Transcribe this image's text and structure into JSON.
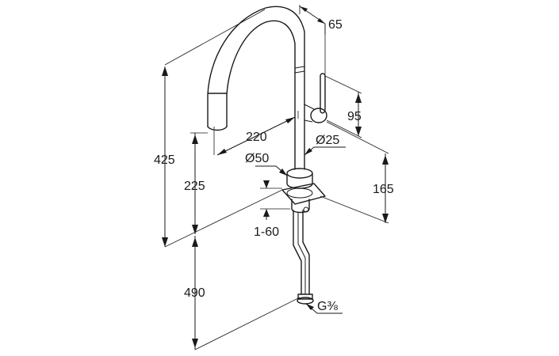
{
  "dimensions": {
    "spout_depth": "65",
    "total_height": "425",
    "spout_reach": "220",
    "spout_height": "225",
    "base_diameter": "Ø50",
    "handle_height": "95",
    "body_diameter": "Ø25",
    "lever_height": "165",
    "deck_thickness": "1-60",
    "hose_length": "490",
    "connection": "G⅜"
  },
  "colors": {
    "line": "#1a1a1a",
    "background": "#ffffff"
  }
}
